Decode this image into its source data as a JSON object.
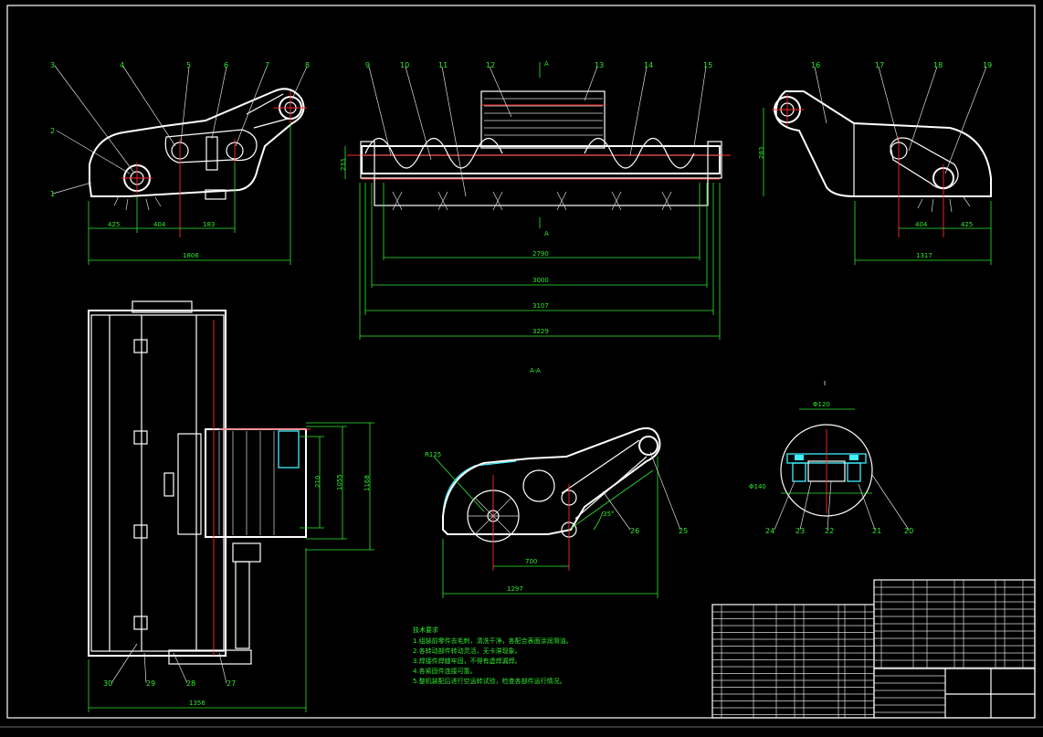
{
  "drawing": {
    "colors": {
      "background": "#000000",
      "outline": "#ffffff",
      "dimension": "#2eea2e",
      "centerline": "#ff2a2a",
      "section": "#3ff0ff"
    },
    "callouts": [
      {
        "id": "c1",
        "label": "1"
      },
      {
        "id": "c2",
        "label": "2"
      },
      {
        "id": "c3",
        "label": "3"
      },
      {
        "id": "c4",
        "label": "4"
      },
      {
        "id": "c5",
        "label": "5"
      },
      {
        "id": "c6",
        "label": "6"
      },
      {
        "id": "c7",
        "label": "7"
      },
      {
        "id": "c8",
        "label": "8"
      },
      {
        "id": "c9",
        "label": "9"
      },
      {
        "id": "c10",
        "label": "10"
      },
      {
        "id": "c11",
        "label": "11"
      },
      {
        "id": "c12",
        "label": "12"
      },
      {
        "id": "c13",
        "label": "13"
      },
      {
        "id": "c14",
        "label": "14"
      },
      {
        "id": "c15",
        "label": "15"
      },
      {
        "id": "c16",
        "label": "16"
      },
      {
        "id": "c17",
        "label": "17"
      },
      {
        "id": "c18",
        "label": "18"
      },
      {
        "id": "c19",
        "label": "19"
      },
      {
        "id": "c20",
        "label": "20"
      },
      {
        "id": "c21",
        "label": "21"
      },
      {
        "id": "c22",
        "label": "22"
      },
      {
        "id": "c23",
        "label": "23"
      },
      {
        "id": "c24",
        "label": "24"
      },
      {
        "id": "c25",
        "label": "25"
      },
      {
        "id": "c26",
        "label": "26"
      },
      {
        "id": "c27",
        "label": "27"
      },
      {
        "id": "c28",
        "label": "28"
      },
      {
        "id": "c29",
        "label": "29"
      },
      {
        "id": "c30",
        "label": "30"
      }
    ],
    "dimensions": {
      "left_view": {
        "d1": "425",
        "d2": "404",
        "d3": "183",
        "overall": "1806"
      },
      "front_view": {
        "height": "233",
        "d1": "2790",
        "d2": "3000",
        "d3": "3107",
        "overall": "3229",
        "section_mark_top": "A",
        "section_mark_bottom": "A"
      },
      "right_view": {
        "height": "283",
        "d1": "404",
        "d2": "425",
        "overall": "1317"
      },
      "plan_view": {
        "d1": "210",
        "d2": "1055",
        "d3": "1168",
        "overall": "1356"
      },
      "section_view": {
        "radius": "R125",
        "d1": "700",
        "overall": "1297",
        "angle": "35°"
      },
      "detail_view": {
        "label": "I",
        "dia_top": "Φ120",
        "dia_side": "Φ140"
      }
    },
    "view_label": "A-A",
    "notes_title": "技术要求",
    "notes": [
      "1.组装前零件去毛刺，清洗干净，各配合表面涂润滑油。",
      "2.各转动部件转动灵活，无卡滞现象。",
      "3.焊接件焊缝牢固，不得有虚焊漏焊。",
      "4.各紧固件连接可靠。",
      "5.整机装配后进行空运转试验，检查各部件运行情况。"
    ]
  }
}
